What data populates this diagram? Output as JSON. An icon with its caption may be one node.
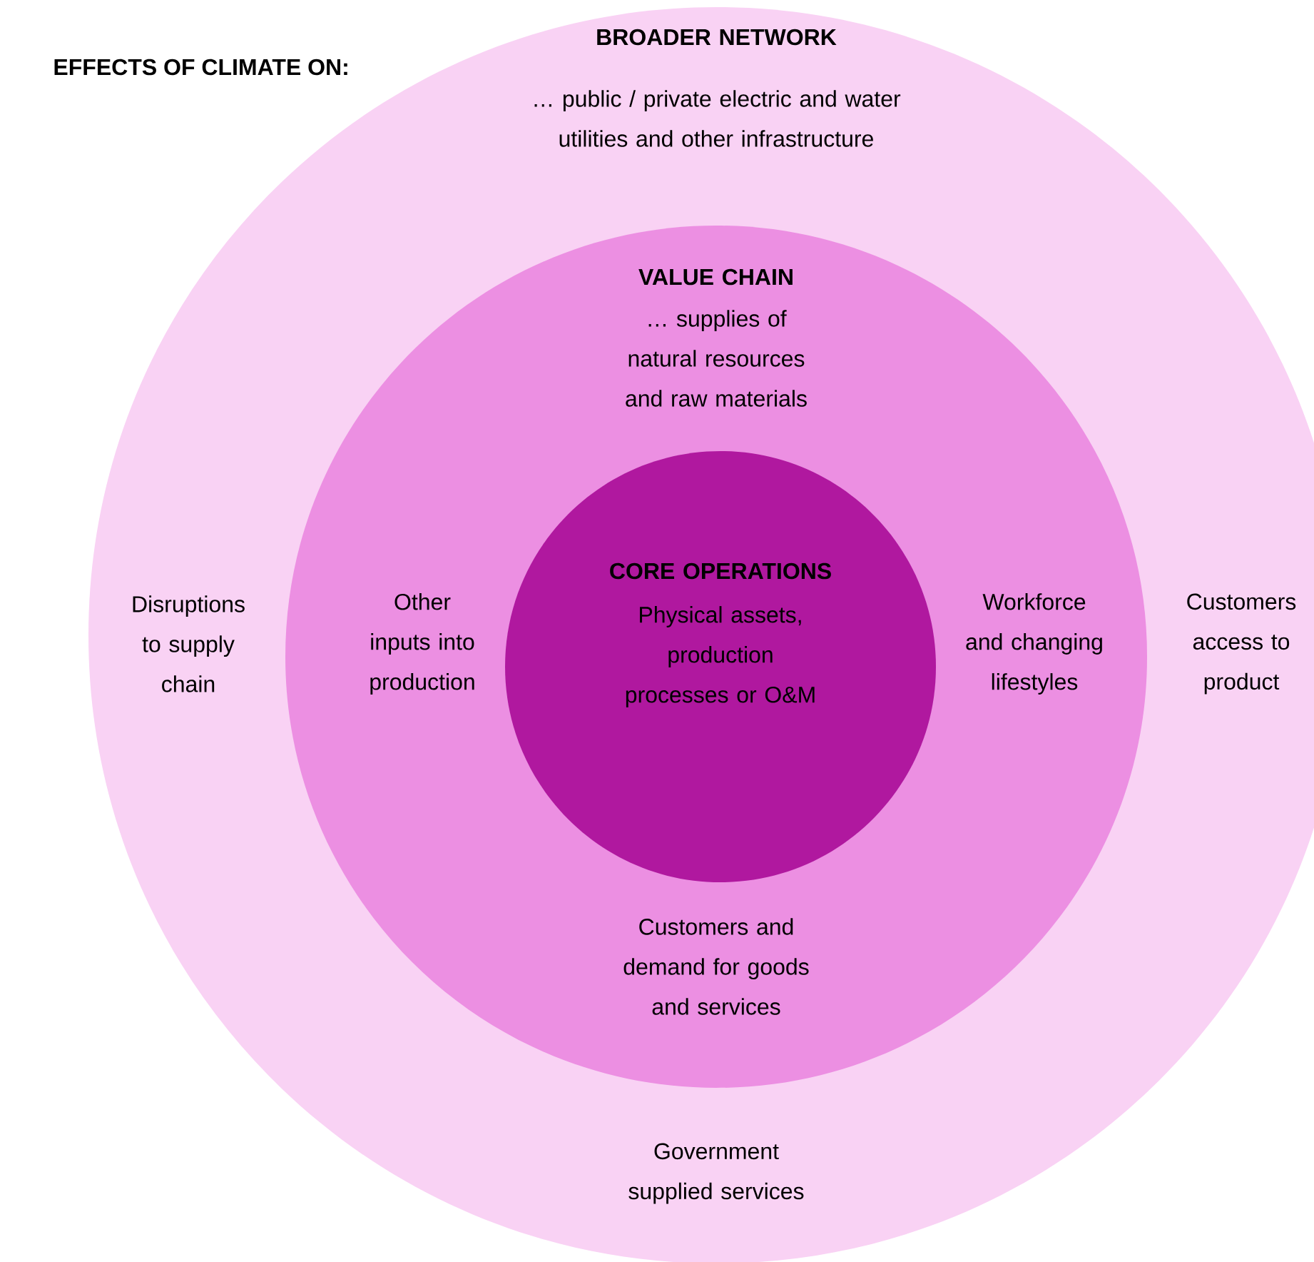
{
  "diagram": {
    "title": "EFFECTS OF CLIMATE ON:",
    "nodes": [
      {
        "text": [
          "BROADER NETWORK",
          "… public / private electric and water utilities and other infrastructure",
          "Disruptions to supply chain",
          "Customers access to product",
          "Government supplied services"
        ]
      },
      {
        "text": [
          "VALUE CHAIN",
          "… supplies of natural resources and raw materials",
          "Other inputs into production",
          "Workforce and changing lifestyles",
          "Customers and demand for goods and services"
        ],
        "in": 0
      },
      {
        "text": [
          "CORE OPERATIONS",
          "Physical assets, production processes or O&M"
        ],
        "in": 1
      }
    ]
  }
}
